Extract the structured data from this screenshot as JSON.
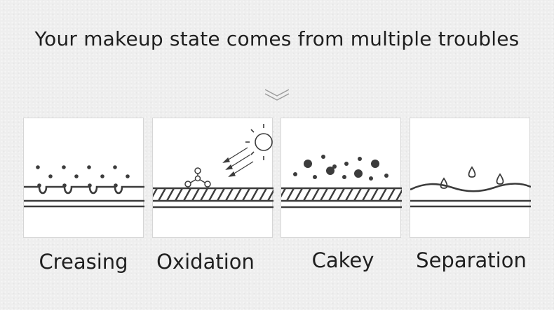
{
  "headline": "Your makeup state comes from multiple troubles",
  "icons": {
    "scroll_hint": "double-chevron-down-icon",
    "creasing": "creasing-skin-icon",
    "oxidation": "oxidation-sun-molecule-icon",
    "cakey": "cakey-particles-icon",
    "separation": "separation-droplets-icon"
  },
  "colors": {
    "background": "#eeeeee",
    "panel": "#ffffff",
    "stroke": "#3c3c3c",
    "text": "#1f1f1f"
  },
  "problems": [
    {
      "label": "Creasing"
    },
    {
      "label": "Oxidation"
    },
    {
      "label": "Cakey"
    },
    {
      "label": "Separation"
    }
  ]
}
